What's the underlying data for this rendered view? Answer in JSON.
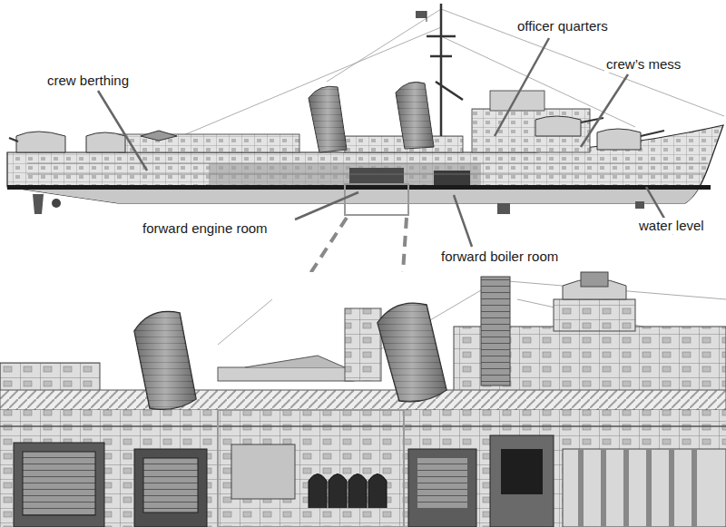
{
  "diagram": {
    "labels": [
      "crew berthing",
      "officer quarters",
      "crew’s mess",
      "forward engine room",
      "forward boiler room",
      "water level"
    ]
  }
}
